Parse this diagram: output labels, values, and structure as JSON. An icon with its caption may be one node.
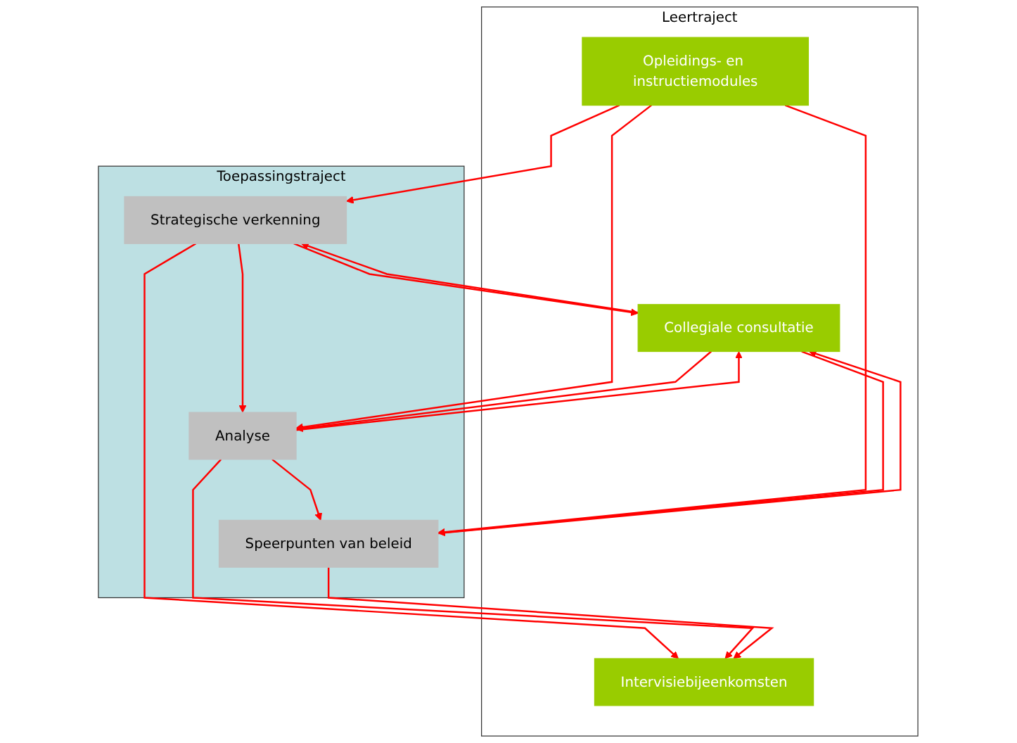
{
  "diagram": {
    "nodes": [
      {
        "text": [
          "Leertraject"
        ]
      },
      {
        "text": [
          "Opleidings- en instructiemodules"
        ],
        "in": 0
      },
      {
        "text": [
          "Collegiale consultatie"
        ],
        "in": 0
      },
      {
        "text": [
          "Intervisiebijeenkomsten"
        ],
        "in": 0
      },
      {
        "text": [
          "Toepassingstraject"
        ]
      },
      {
        "text": [
          "Strategische verkenning"
        ],
        "in": 4
      },
      {
        "text": [
          "Analyse"
        ],
        "in": 4
      },
      {
        "text": [
          "Speerpunten van beleid"
        ],
        "in": 4
      }
    ],
    "edges": [
      {
        "from": 1,
        "to": 5,
        "arrow": "to"
      },
      {
        "from": 5,
        "to": 2,
        "arrow": "to"
      },
      {
        "from": 2,
        "to": 5,
        "arrow": "to"
      },
      {
        "from": 5,
        "to": 3,
        "arrow": "to"
      },
      {
        "from": 1,
        "to": 6,
        "arrow": "to"
      },
      {
        "from": 6,
        "to": 2,
        "arrow": "to"
      },
      {
        "from": 2,
        "to": 6,
        "arrow": "to"
      },
      {
        "from": 6,
        "to": 3,
        "arrow": "to"
      },
      {
        "from": 1,
        "to": 7,
        "arrow": "to"
      },
      {
        "from": 7,
        "to": 2,
        "arrow": "to"
      },
      {
        "from": 2,
        "to": 7,
        "arrow": "to"
      },
      {
        "from": 7,
        "to": 3,
        "arrow": "to"
      },
      {
        "from": 5,
        "to": 6,
        "arrow": "to"
      },
      {
        "from": 6,
        "to": 7,
        "arrow": "to"
      }
    ]
  }
}
